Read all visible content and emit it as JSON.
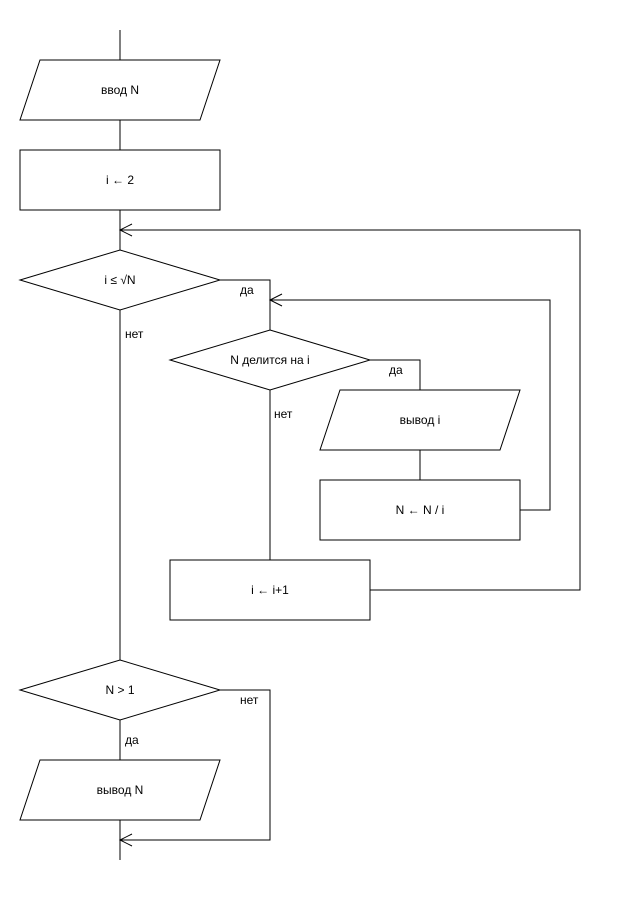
{
  "flowchart": {
    "blocks": {
      "input_n": "ввод N",
      "init_i": "i ← 2",
      "cond_loop": "i ≤ √N",
      "cond_divides": "N делится на i",
      "output_i": "вывод i",
      "divide_n": "N ← N / i",
      "increment_i": "i ← i+1",
      "cond_n_gt_1": "N > 1",
      "output_n": "вывод N"
    },
    "edge_labels": {
      "loop_yes": "да",
      "loop_no": "нет",
      "divides_yes": "да",
      "divides_no": "нет",
      "n_gt_1_no": "нет",
      "n_gt_1_yes": "да"
    }
  }
}
